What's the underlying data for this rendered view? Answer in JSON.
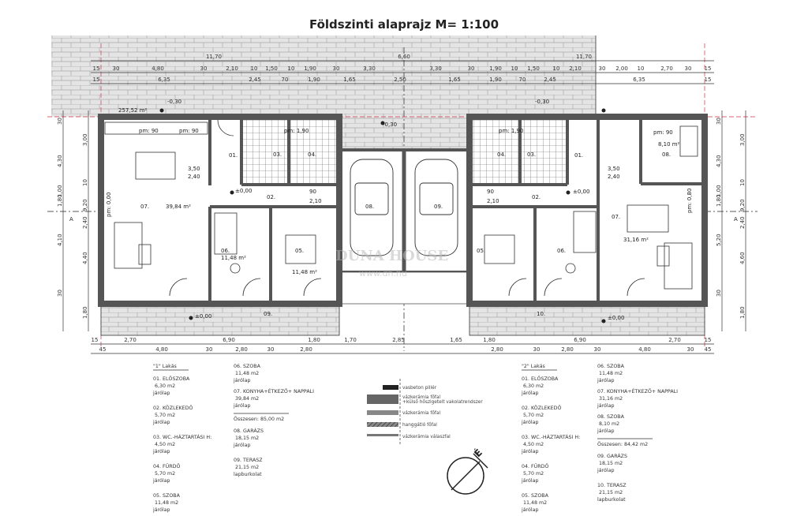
{
  "title": "Földszinti alaprajz M= 1:100",
  "site_area": "257,52 m²",
  "dimensions": {
    "top_row1": [
      "11,70",
      "6,60",
      "11,70"
    ],
    "top_row2": [
      "15",
      "30",
      "4,80",
      "30",
      "2,10",
      "10",
      "1,50",
      "10",
      "1,90",
      "30",
      "3,30",
      "3,30",
      "30",
      "1,90",
      "10",
      "1,50",
      "10",
      "2,10",
      "30",
      "2,00",
      "10",
      "2,70",
      "30",
      "15"
    ],
    "top_row3": [
      "15",
      "6,35",
      "2,45",
      "70",
      "1,90",
      "1,65",
      "2,50",
      "1,65",
      "1,90",
      "70",
      "2,45",
      "6,35",
      "15"
    ],
    "bottom_row1": [
      "15",
      "2,70",
      "6,90",
      "1,80",
      "1,70",
      "2,85",
      "1,65",
      "1,80",
      "6,90",
      "2,70",
      "15"
    ],
    "bottom_row2": [
      "45",
      "4,80",
      "30",
      "2,80",
      "30",
      "2,80",
      "2,80",
      "30",
      "2,80",
      "30",
      "4,80",
      "30",
      "45"
    ],
    "left_col": [
      "30",
      "3,00",
      "4,30",
      "10",
      "1,00",
      "9,20",
      "1,80",
      "2,40",
      "4,10",
      "4,40",
      "30",
      "1,80"
    ],
    "right_col": [
      "30",
      "3,00",
      "4,30",
      "10",
      "1,00",
      "9,20",
      "1,80",
      "2,40",
      "5,20",
      "4,60",
      "30",
      "1,80"
    ],
    "sections": [
      "A",
      "A"
    ]
  },
  "levels": [
    "-0,30",
    "-0,30",
    "-0,30",
    "±0,00",
    "±0,00",
    "±0,00",
    "±0,00"
  ],
  "plan_labels": {
    "unit1": {
      "r01": "01.",
      "r02": "02.",
      "r03": "03.",
      "r04": "04.",
      "r05": "05.",
      "r05_area": "11,48 m²",
      "r06": "06.",
      "r06_area": "11,48 m²",
      "r07": "07.",
      "r07_area": "39,84 m²",
      "r09": "09.",
      "window_sill": "pm: 90",
      "window_sill2": "pm: 90",
      "window_pm0": "pm: 0,00",
      "bath_pm": "pm: 1,90",
      "open_w": "3,50",
      "open_h": "2,40",
      "door_w": "90",
      "door_h": "2,10"
    },
    "garages": {
      "g1": "08.",
      "g2": "09."
    },
    "unit2": {
      "r01": "01.",
      "r02": "02.",
      "r03": "03.",
      "r04": "04.",
      "r05": "05.",
      "r06": "06.",
      "r07": "07.",
      "r07_area": "31,16 m²",
      "r08": "08.",
      "r08_area": "8,10 m²",
      "r10": "10.",
      "window_sill": "pm: 90",
      "window_pm0": "pm: 0,80",
      "bath_pm": "pm: 1,90",
      "open_w": "3,50",
      "open_h": "2,40",
      "door_w": "90",
      "door_h": "2,10"
    }
  },
  "schedule_unit1": {
    "heading": "\"1\" Lakás",
    "col1": [
      {
        "name": "01. ELŐSZOBA",
        "area": "6,30 m2",
        "floor": "járólap"
      },
      {
        "name": "02. KÖZLEKEDŐ",
        "area": "5,70 m2",
        "floor": "járólap"
      },
      {
        "name": "03. WC.-HÁZTARTÁSI H:",
        "area": "4,50 m2",
        "floor": "járólap"
      },
      {
        "name": "04. FÜRDŐ",
        "area": "5,70 m2",
        "floor": "járólap"
      },
      {
        "name": "05. SZOBA",
        "area": "11,48 m2",
        "floor": "járólap"
      }
    ],
    "col2": [
      {
        "name": "06. SZOBA",
        "area": "11,48 m2",
        "floor": "járólap"
      },
      {
        "name": "07. KONYHA+ÉTKEZŐ+ NAPPALI",
        "area": "39,84 m2",
        "floor": "járólap"
      }
    ],
    "total": "Összesen: 85,00 m2",
    "col2_after": [
      {
        "name": "08. GARÁZS",
        "area": "18,15 m2",
        "floor": "járólap"
      },
      {
        "name": "09. TERASZ",
        "area": "21,15 m2",
        "floor": "lapburkolat"
      }
    ]
  },
  "schedule_unit2": {
    "heading": "\"2\" Lakás",
    "col1": [
      {
        "name": "01. ELŐSZOBA",
        "area": "6,30 m2",
        "floor": "járólap"
      },
      {
        "name": "02. KÖZLEKEDŐ",
        "area": "5,70 m2",
        "floor": "járólap"
      },
      {
        "name": "03. WC.-HÁZTARTÁSI H:",
        "area": "4,50 m2",
        "floor": "járólap"
      },
      {
        "name": "04. FÜRDŐ",
        "area": "5,70 m2",
        "floor": "járólap"
      },
      {
        "name": "05. SZOBA",
        "area": "11,48 m2",
        "floor": "járólap"
      }
    ],
    "col2": [
      {
        "name": "06. SZOBA",
        "area": "11,48 m2",
        "floor": "járólap"
      },
      {
        "name": "07. KONYHA+ÉTKEZŐ+ NAPPALI",
        "area": "31,16 m2",
        "floor": "járólap"
      },
      {
        "name": "08. SZOBA",
        "area": "8,10 m2",
        "floor": "járólap"
      }
    ],
    "total": "Összesen: 84,42 m2",
    "col2_after": [
      {
        "name": "09. GARÁZS",
        "area": "18,15 m2",
        "floor": "járólap"
      },
      {
        "name": "10. TERASZ",
        "area": "21,15 m2",
        "floor": "lapburkolat"
      }
    ]
  },
  "material_legend": [
    {
      "label": "vasbeton pillér",
      "swatch": "#222222"
    },
    {
      "label": "vázkerámia főfal",
      "swatch": "#666666"
    },
    {
      "label": "+külső hőszigetelt vakolatrendszer",
      "swatch": "#999999"
    },
    {
      "label": "vázkerámia főfal",
      "swatch": "#888888"
    },
    {
      "label": "hanggátló főfal",
      "swatch": "#444444"
    },
    {
      "label": "vázkerámia válaszfal",
      "swatch": "#777777"
    }
  ],
  "watermark": {
    "brand": "DUNA HOUSE",
    "url": "www.dh.hu"
  },
  "colors": {
    "wall": "#555555",
    "brick_fill": "#e6e6e6",
    "axis_line": "#cc3344",
    "ink": "#222222"
  }
}
